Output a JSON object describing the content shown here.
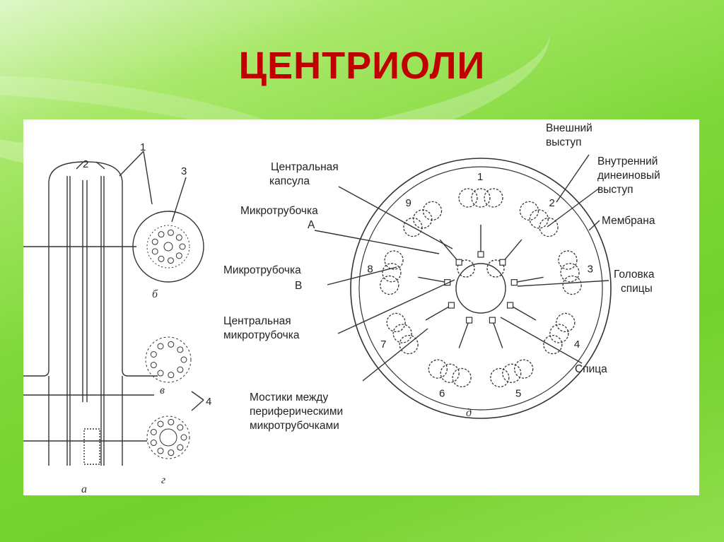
{
  "title": "ЦЕНТРИОЛИ",
  "diagram": {
    "left_numbers": [
      "1",
      "2",
      "3",
      "4"
    ],
    "panel_letters": [
      "а",
      "б",
      "в",
      "г",
      "д"
    ],
    "triplet_numbers": [
      "1",
      "2",
      "3",
      "4",
      "5",
      "6",
      "7",
      "8",
      "9"
    ],
    "labels": {
      "vneshniy_1": "Внешний",
      "vneshniy_2": "выступ",
      "vnutr_1": "Внутренний",
      "vnutr_2": "динеиновый",
      "vnutr_3": "выступ",
      "membrana": "Мембрана",
      "golovka_1": "Головка",
      "golovka_2": "спицы",
      "spica": "Спица",
      "caps_1": "Центральная",
      "caps_2": "капсула",
      "mtA_1": "Микротрубочка",
      "mtA_2": "А",
      "mtB_1": "Микротрубочка",
      "mtB_2": "В",
      "cmt_1": "Центральная",
      "cmt_2": "микротрубочка",
      "most_1": "Мостики между",
      "most_2": "периферическими",
      "most_3": "микротрубочками"
    }
  }
}
